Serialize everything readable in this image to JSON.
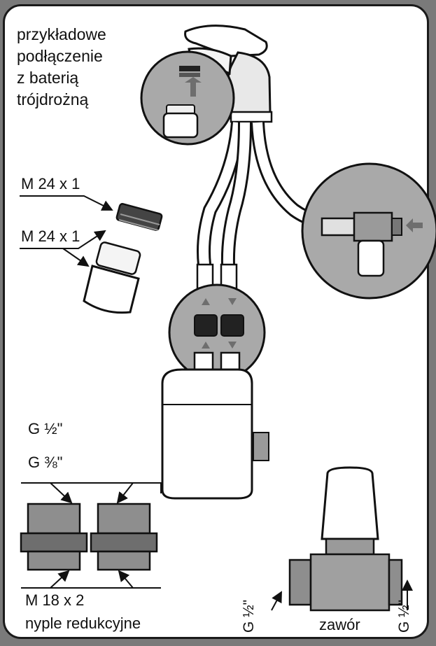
{
  "title": {
    "line1": "przykładowe",
    "line2": "podłączenie",
    "line3": "z baterią",
    "line4": "trójdrożną"
  },
  "labels": {
    "thread_a": "M 24 x 1",
    "thread_b": "M 24 x 1",
    "g_half": "G ½\"",
    "g_three_eighths": "G ⅜\"",
    "m18": "M 18 x 2",
    "nipples": "nyple redukcyjne",
    "valve": "zawór",
    "valve_left_thread": "G ½\"",
    "valve_right_thread": "G ½\""
  },
  "colors": {
    "background": "#7a7a7a",
    "panel": "#ffffff",
    "outline": "#1a1a1a",
    "circle_fill": "#a9a9a9",
    "metal": "#8e8e8e",
    "arrow": "#6e6e6e"
  }
}
